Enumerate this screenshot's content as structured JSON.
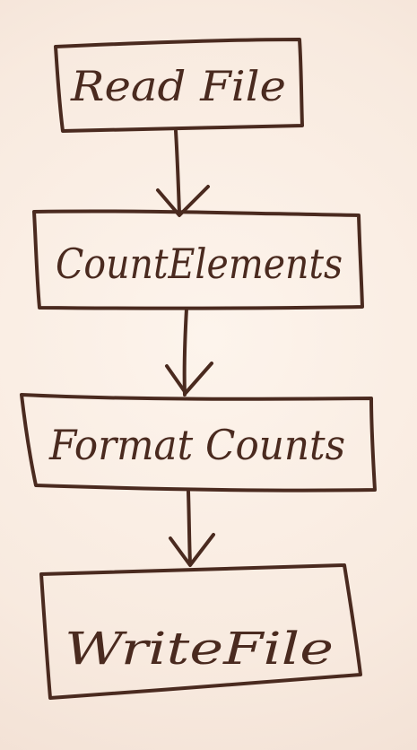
{
  "diagram": {
    "type": "flowchart",
    "nodes": [
      {
        "id": "read",
        "label": "Read File"
      },
      {
        "id": "count",
        "label": "CountElements"
      },
      {
        "id": "format",
        "label": "Format Counts"
      },
      {
        "id": "write",
        "label": "WriteFile"
      }
    ],
    "edges": [
      {
        "from": "read",
        "to": "count"
      },
      {
        "from": "count",
        "to": "format"
      },
      {
        "from": "format",
        "to": "write"
      }
    ]
  }
}
